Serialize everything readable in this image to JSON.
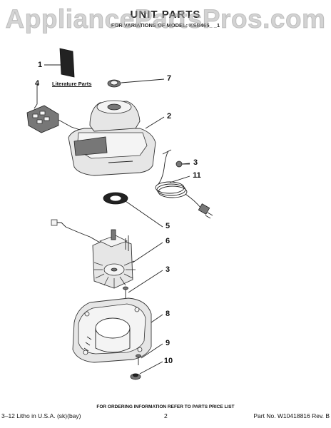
{
  "watermark": "AppliancePartsPros.com",
  "header": {
    "title": "UNIT PARTS",
    "subtitle": "FOR VARIATIONS OF MODEL: KSB465_ _1"
  },
  "literature_label": "Literature Parts",
  "callouts": [
    "1",
    "4",
    "7",
    "2",
    "3",
    "11",
    "5",
    "6",
    "3",
    "8",
    "9",
    "10"
  ],
  "footer": {
    "note": "FOR ORDERING INFORMATION REFER TO PARTS PRICE LIST",
    "left": "3–12 Litho in U.S.A. (sk)(bay)",
    "page": "2",
    "part_no": "Part No. W10418816 Rev. B"
  }
}
